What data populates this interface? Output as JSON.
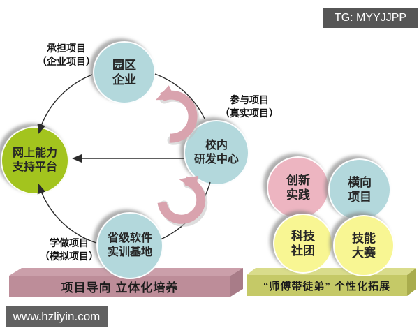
{
  "overlay": {
    "tg_badge": "TG: MYYJJPP",
    "watermark": "www.hzliyin.com"
  },
  "cycle": {
    "platform_node": {
      "label": "网上能力\n支持平台"
    },
    "nodes": [
      {
        "label": "园区\n企业"
      },
      {
        "label": "校内\n研发中心"
      },
      {
        "label": "省级软件\n实训基地"
      }
    ],
    "annotations": [
      {
        "label": "承担项目\n（企业项目）"
      },
      {
        "label": "参与项目\n（真实项目）"
      },
      {
        "label": "学做项目\n（模拟项目）"
      }
    ],
    "base_bar": {
      "label": "项目导向  立体化培养"
    }
  },
  "extension": {
    "nodes": [
      {
        "label": "创新\n实践"
      },
      {
        "label": "横向\n项目"
      },
      {
        "label": "科技\n社团"
      },
      {
        "label": "技能\n大赛"
      }
    ],
    "base_bar": {
      "label": "“师傅带徒弟” 个性化拓展"
    }
  },
  "icons": {
    "cycle_arrow": "pink-curved-arrow",
    "flow_arrowhead": "black-arrowhead"
  },
  "colors": {
    "node_blue": "#b3d8dc",
    "node_green": "#a3c41e",
    "node_pink": "#edb5c1",
    "node_yellow": "#f8f693",
    "bar_left_front": "#bd8d99",
    "bar_left_top": "#cb9faa",
    "bar_right_front": "#c5c967",
    "bar_right_top": "#d9dc8b",
    "badge_bg": "#5a5a5a",
    "arrow_pink": "#d9a3ae",
    "line_dark": "#2b2b2b"
  }
}
